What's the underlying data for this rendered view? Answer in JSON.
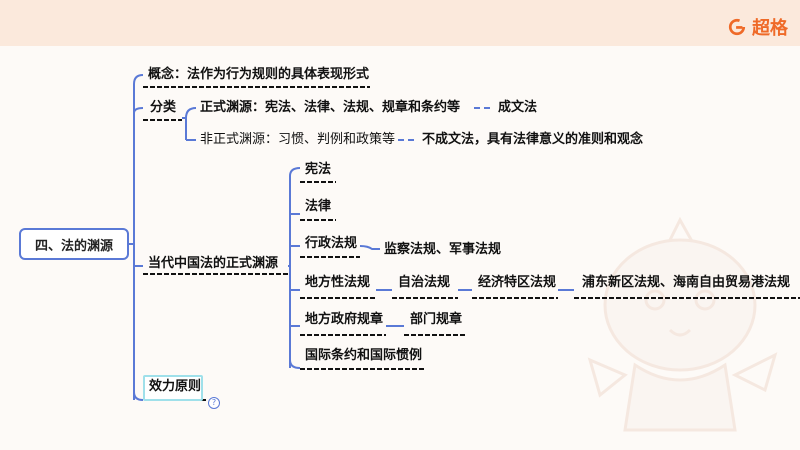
{
  "brand": {
    "name": "超格",
    "icon": "brand-logo-icon",
    "color": "#ef6a28"
  },
  "colors": {
    "connector": "#5a79d6",
    "underline": "#111111",
    "highlight_border": "#9fe0ea",
    "header_bg": "#fbe9dc"
  },
  "mindmap": {
    "root": "四、法的渊源",
    "concept": "概念：法作为行为规则的具体表现形式",
    "classification": {
      "label": "分类",
      "formal": "正式渊源：宪法、法律、法规、规章和条约等",
      "formal_note": "成文法",
      "informal": "非正式渊源：习惯、判例和政策等",
      "informal_note": "不成文法，具有法律意义的准则和观念"
    },
    "current": {
      "label": "当代中国法的正式渊源",
      "constitution": "宪法",
      "law": "法律",
      "admin": "行政法规",
      "admin_sub": "监察法规、军事法规",
      "local": "地方性法规",
      "local_sub1": "自治法规",
      "local_sub2": "经济特区法规",
      "local_sub3": "浦东新区法规、海南自由贸易港法规",
      "gov_rules": "地方政府规章",
      "dept_rules": "部门规章",
      "treaty": "国际条约和国际惯例"
    },
    "effect": "效力原则",
    "help_badge": "?"
  }
}
